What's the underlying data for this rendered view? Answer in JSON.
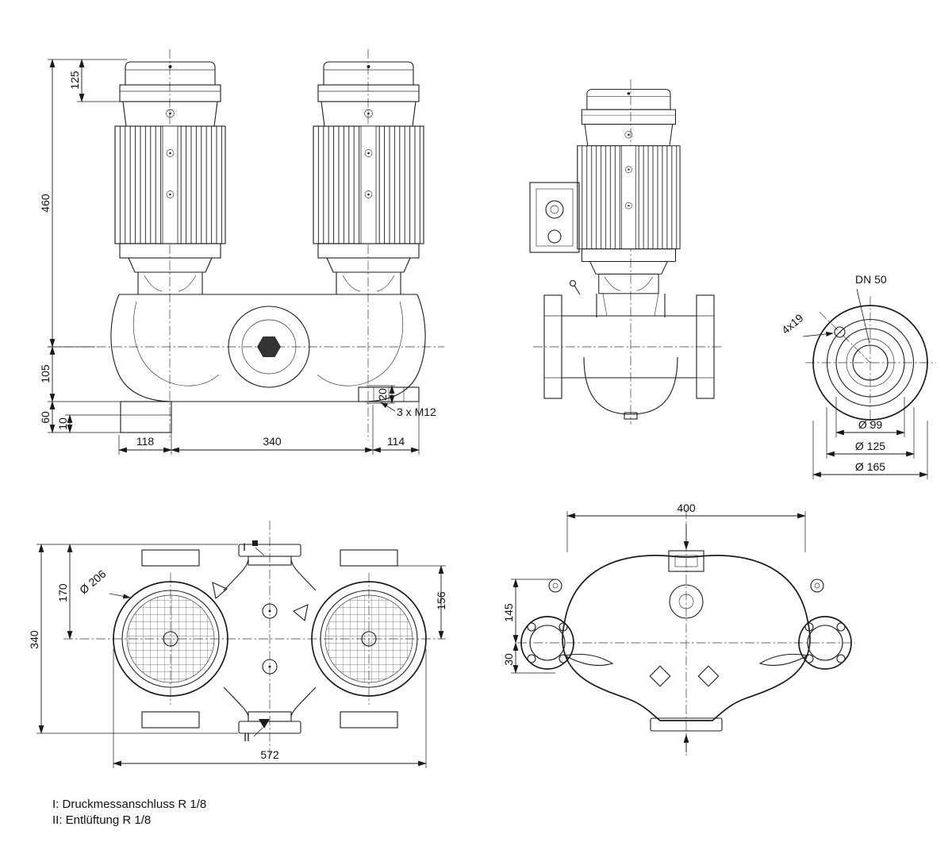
{
  "front_view": {
    "dim_fan_cover": "125",
    "dim_height": "460",
    "dim_center_base": "105",
    "dim_foot": "60",
    "dim_plate": "10",
    "dim_w_left": "118",
    "dim_w_center": "340",
    "dim_w_right": "114",
    "dim_tap_depth": "20",
    "tap_label": "3 x M12"
  },
  "flange_view": {
    "dn_label": "DN 50",
    "holes_label": "4x19",
    "dia_99": "Ø 99",
    "dia_125": "Ø 125",
    "dia_165": "Ø 165"
  },
  "top_view": {
    "dim_total_h": "340",
    "dim_half_h": "170",
    "fan_dia_label": "Ø 206",
    "dim_right_h": "156",
    "dim_total_w": "572",
    "marker_pressure": "I",
    "marker_vent": "II"
  },
  "volute_view": {
    "dim_width": "400",
    "dim_upper": "145",
    "dim_lower": "30"
  },
  "notes": {
    "pressure_port": "I: Druckmessanschluss R 1/8",
    "vent": "II: Entlüftung R 1/8"
  }
}
